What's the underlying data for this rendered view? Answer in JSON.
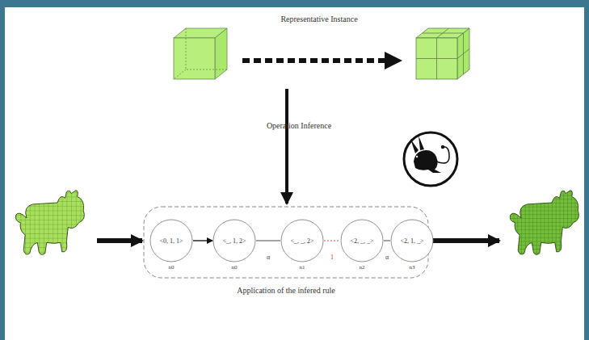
{
  "diagram": {
    "nodes": [
      {
        "text": [
          "Application of the infered rule"
        ]
      },
      {
        "text": [
          "<0, 1, 1>",
          "n0"
        ],
        "in": 0
      },
      {
        "text": [
          "<_, 1, 2>",
          "n0"
        ],
        "in": 0
      },
      {
        "text": [
          "<_, _, 2>",
          "n1"
        ],
        "in": 0
      },
      {
        "text": [
          "<2, _, _>",
          "n2"
        ],
        "in": 0
      },
      {
        "text": [
          "<2, 1, _>",
          "n3"
        ],
        "in": 0
      }
    ],
    "edges": [
      {
        "from": 1,
        "to": 2,
        "arrow": "to"
      },
      {
        "from": 2,
        "to": 3,
        "arrow": "none",
        "label": "α"
      },
      {
        "from": 3,
        "to": 4,
        "arrow": "none",
        "label": "1"
      },
      {
        "from": 4,
        "to": 5,
        "arrow": "none",
        "label": "α"
      }
    ],
    "labels": [
      "Representative Instance",
      "Operation Inference"
    ]
  }
}
